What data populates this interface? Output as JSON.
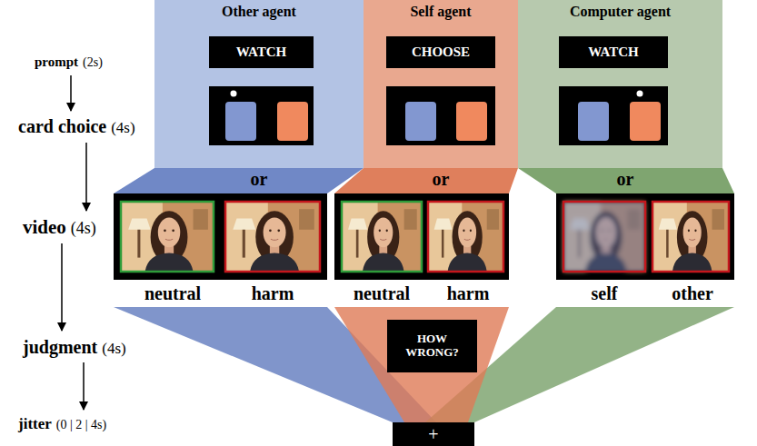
{
  "diagram": {
    "nodes": [
      {
        "text": [
          "Other agent"
        ]
      },
      {
        "text": [
          "WATCH"
        ],
        "in": 0
      },
      {
        "text": [
          "Self agent"
        ]
      },
      {
        "text": [
          "CHOOSE"
        ],
        "in": 2
      },
      {
        "text": [
          "Computer agent"
        ]
      },
      {
        "text": [
          "WATCH"
        ],
        "in": 4
      },
      {
        "text": [
          "HOW WRONG?"
        ]
      },
      {
        "text": [
          "+"
        ]
      }
    ],
    "labels": [
      "prompt",
      "(2s)",
      "card choice",
      "(4s)",
      "or",
      "or",
      "or",
      "video",
      "(4s)",
      "neutral",
      "harm",
      "neutral",
      "harm",
      "self",
      "other",
      "judgment",
      "(4s)",
      "jitter",
      "(0 | 2 | 4s)"
    ]
  }
}
